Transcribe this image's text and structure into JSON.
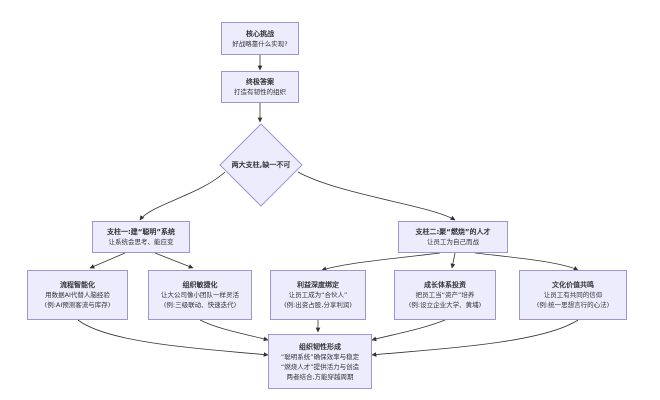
{
  "nodes": {
    "core": {
      "title": "核心挑战",
      "line1": "好战略靠什么实现?"
    },
    "answer": {
      "title": "终极答案",
      "line1": "打造有韧性的组织"
    },
    "decision": {
      "title": "两大支柱,缺一不可"
    },
    "pillar1": {
      "title": "支柱一:建“聪明”系统",
      "line1": "让系统会思考、能应变"
    },
    "pillar2": {
      "title": "支柱二:聚“燃烧”的人才",
      "line1": "让员工为自己而战"
    },
    "process": {
      "title": "流程智能化",
      "line1": "用数据AI代替人脑经验",
      "line2": "(例:AI预测客流与库存)"
    },
    "agile": {
      "title": "组织敏捷化",
      "line1": "让大公司像小团队一样灵活",
      "line2": "(例:三级联动、快速迭代)"
    },
    "profit": {
      "title": "利益深度绑定",
      "line1": "让员工成为“合伙人”",
      "line2": "(例:出资占股,分享利润)"
    },
    "growth": {
      "title": "成长体系投资",
      "line1": "把员工当“资产”培养",
      "line2": "(例:设立企业大学、黄埔)"
    },
    "culture": {
      "title": "文化价值共鸣",
      "line1": "让员工有共同的信仰",
      "line2": "(例:统一思想言行的心法)"
    },
    "result": {
      "title": "组织韧性形成",
      "line1": "“聪明系统”确保效率与稳定",
      "line2": "“燃烧人才”提供活力与创造",
      "line3": "两者结合,方能穿越周期"
    }
  },
  "colors": {
    "node_fill": "#ececfd",
    "node_border": "#9e95d6",
    "edge": "#333333"
  }
}
